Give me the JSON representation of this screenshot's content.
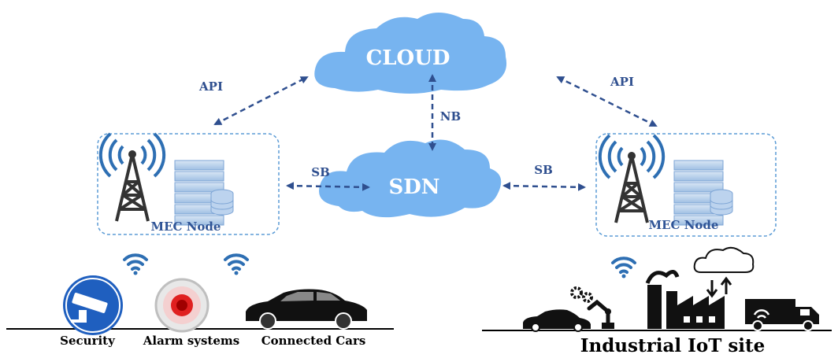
{
  "clouds": {
    "cloud": {
      "label": "CLOUD",
      "color": "#77b4f0"
    },
    "sdn": {
      "label": "SDN",
      "color": "#77b4f0"
    }
  },
  "links": {
    "api_left": "API",
    "api_right": "API",
    "nb": "NB",
    "sb_left": "SB",
    "sb_right": "SB"
  },
  "nodes": {
    "left": {
      "label": "MEC Node"
    },
    "right": {
      "label": "MEC Node"
    }
  },
  "devices": {
    "security": "Security",
    "alarm": "Alarm systems",
    "cars": "Connected Cars"
  },
  "site": {
    "label": "Industrial IoT site"
  },
  "icons": [
    "antenna-tower-icon",
    "server-rack-icon",
    "database-icon",
    "wifi-icon",
    "security-camera-icon",
    "alarm-icon",
    "car-icon",
    "robot-arm-icon",
    "gears-icon",
    "factory-icon",
    "cloud-sync-icon",
    "truck-icon"
  ],
  "colors": {
    "arrow": "#2f4f8f",
    "accent_blue": "#2e6fb3",
    "node_border": "#5b9bd5"
  }
}
